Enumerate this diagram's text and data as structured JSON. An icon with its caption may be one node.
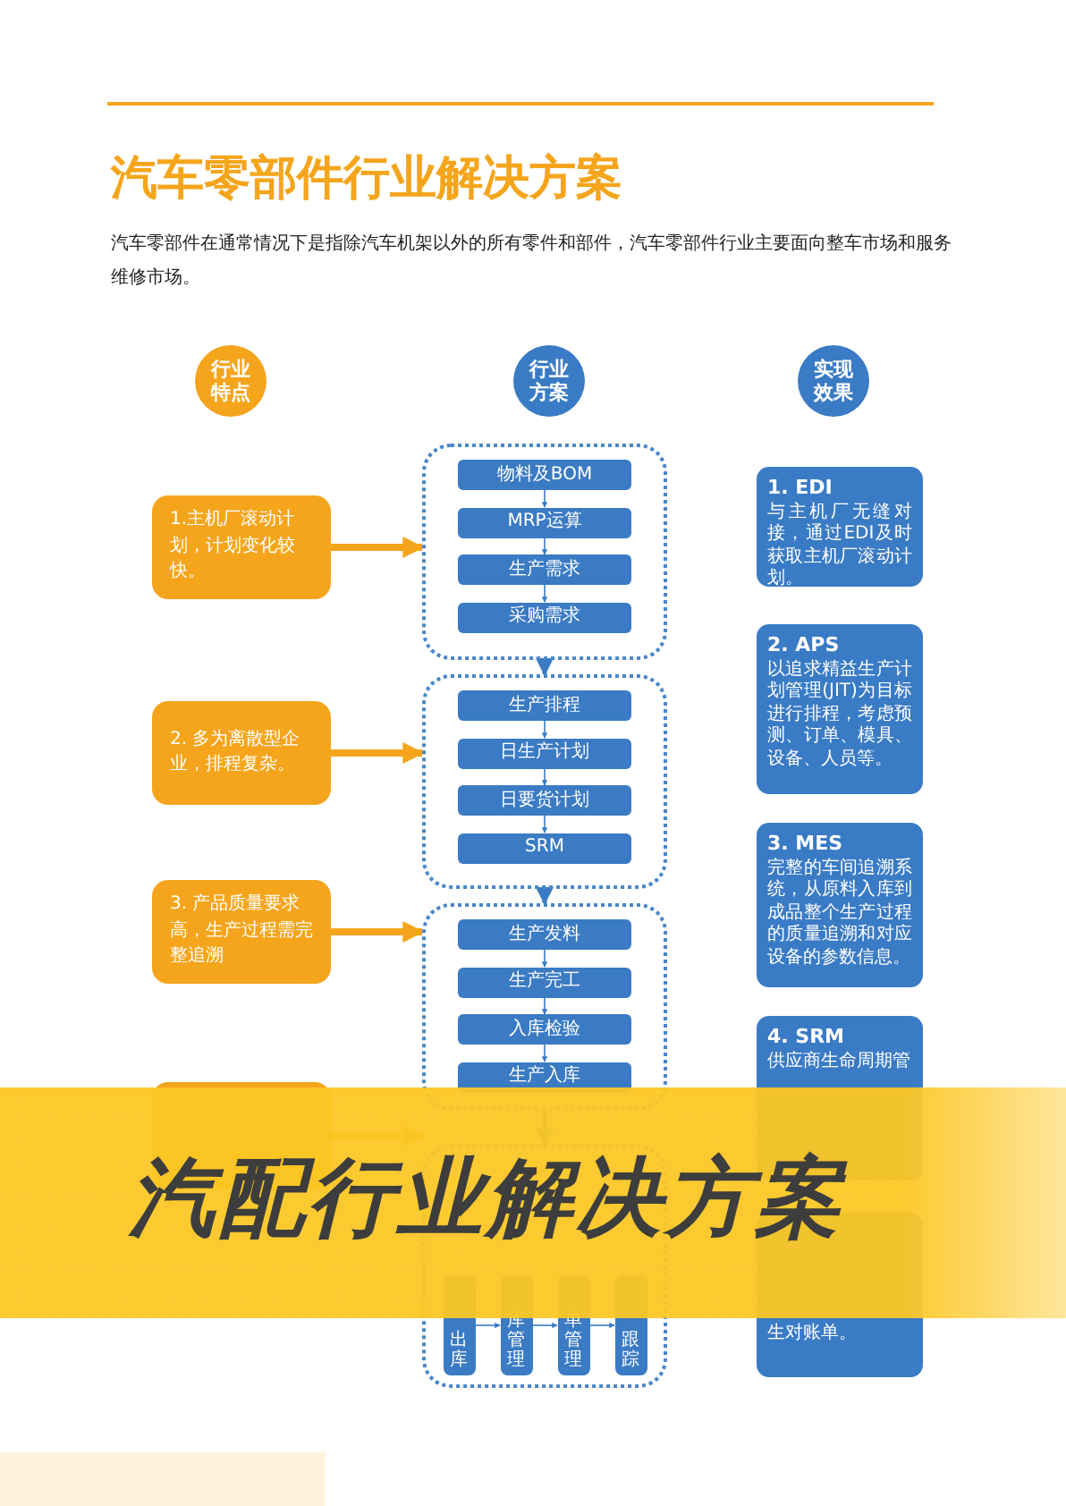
{
  "diagram": {
    "title": "汽车零部件行业解决方案",
    "nodes": [
      {
        "text": [
          "行业特点"
        ]
      },
      {
        "text": [
          "行业方案"
        ]
      },
      {
        "text": [
          "实现效果"
        ]
      },
      {
        "text": [
          "1.主机厂滚动计划，计划变化较快。"
        ]
      },
      {
        "text": [],
        "shape": "box"
      },
      {
        "text": [
          "物料及BOM"
        ],
        "in": 4
      },
      {
        "text": [
          "MRP运算"
        ],
        "in": 4
      },
      {
        "text": [
          "生产需求"
        ],
        "in": 4
      },
      {
        "text": [
          "采购需求"
        ],
        "in": 4
      },
      {
        "text": [
          "1. EDI",
          "与主机厂无缝对接，通过EDI及时获取主机厂滚动计划。"
        ]
      },
      {
        "text": [
          "2. APS",
          "以追求精益生产计划管理(JIT)为目标进行排程，考虑预测、订单、模具、设备、人员等。"
        ]
      },
      {
        "text": [
          "2. 多为离散型企业，排程复杂。"
        ]
      },
      {
        "text": [],
        "shape": "box"
      },
      {
        "text": [
          "生产排程"
        ],
        "in": 12
      },
      {
        "text": [
          "日生产计划"
        ],
        "in": 12
      },
      {
        "text": [
          "日要货计划"
        ],
        "in": 12
      },
      {
        "text": [
          "SRM"
        ],
        "in": 12
      },
      {
        "text": [
          "3. MES",
          "完整的车间追溯系统，从原料入库到成品整个生产过程的质量追溯和对应设备的参数信息。"
        ]
      },
      {
        "text": [
          "3. 产品质量要求高，生产过程需完整追溯"
        ]
      },
      {
        "text": [],
        "shape": "box"
      },
      {
        "text": [
          "生产发料"
        ],
        "in": 19
      },
      {
        "text": [
          "生产完工"
        ],
        "in": 19
      },
      {
        "text": [
          "入库检验"
        ],
        "in": 19
      },
      {
        "text": [
          "生产入库"
        ],
        "in": 19
      },
      {
        "text": [
          "4. SRM",
          "供应商生命周期管"
        ]
      },
      {
        "text": [],
        "shape": "box"
      },
      {
        "text": [],
        "shape": "box"
      },
      {
        "text": [
          "出库"
        ],
        "in": 26
      },
      {
        "text": [
          "库管理"
        ],
        "in": 26
      },
      {
        "text": [
          "单管理"
        ],
        "in": 26
      },
      {
        "text": [
          "跟踪"
        ],
        "in": 26
      },
      {
        "text": [
          "生对账单。"
        ]
      }
    ],
    "edges": [
      {
        "from": 3,
        "to": 4,
        "arrow": "to",
        "style": "thick",
        "color": "#f5a51c"
      },
      {
        "from": 5,
        "to": 6,
        "arrow": "to"
      },
      {
        "from": 6,
        "to": 7,
        "arrow": "to"
      },
      {
        "from": 7,
        "to": 8,
        "arrow": "to"
      },
      {
        "from": 4,
        "to": 12,
        "arrow": "to",
        "style": "thick"
      },
      {
        "from": 11,
        "to": 12,
        "arrow": "to",
        "style": "thick",
        "color": "#f5a51c"
      },
      {
        "from": 13,
        "to": 14,
        "arrow": "to"
      },
      {
        "from": 14,
        "to": 15,
        "arrow": "to"
      },
      {
        "from": 15,
        "to": 16,
        "arrow": "to"
      },
      {
        "from": 12,
        "to": 19,
        "arrow": "to",
        "style": "thick"
      },
      {
        "from": 18,
        "to": 19,
        "arrow": "to",
        "style": "thick",
        "color": "#f5a51c"
      },
      {
        "from": 20,
        "to": 21,
        "arrow": "to"
      },
      {
        "from": 21,
        "to": 22,
        "arrow": "to"
      },
      {
        "from": 22,
        "to": 23,
        "arrow": "to"
      },
      {
        "from": 19,
        "to": 26,
        "arrow": "to",
        "style": "thick"
      },
      {
        "from": 25,
        "to": 26,
        "arrow": "to",
        "style": "thick",
        "color": "#f5a51c"
      },
      {
        "from": 27,
        "to": 28,
        "arrow": "to"
      },
      {
        "from": 28,
        "to": 29,
        "arrow": "to"
      },
      {
        "from": 29,
        "to": 30,
        "arrow": "to"
      }
    ],
    "labels": [
      "汽车零部件在通常情况下是指除汽车机架以外的所有零件和部件，汽车零部件行业主要面向整车市场和服务维修市场。",
      "汽配行业解决方案"
    ]
  }
}
